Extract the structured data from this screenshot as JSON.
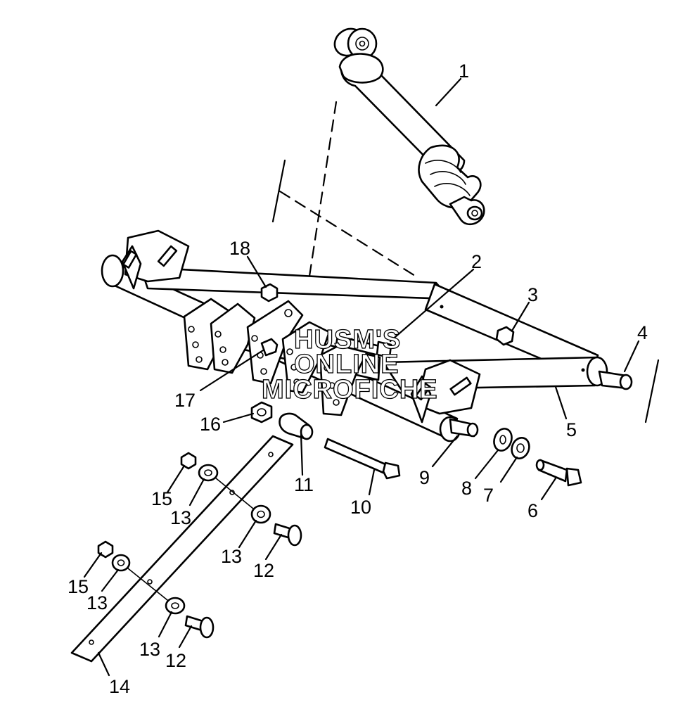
{
  "watermark": {
    "line1": "HUSM'S",
    "line2": "ONLINE",
    "line3": "MICROFICHE"
  },
  "callouts": {
    "c1": "1",
    "c2": "2",
    "c3": "3",
    "c4": "4",
    "c5": "5",
    "c6": "6",
    "c7": "7",
    "c8": "8",
    "c9": "9",
    "c10": "10",
    "c11": "11",
    "c12a": "12",
    "c12b": "12",
    "c13a": "13",
    "c13b": "13",
    "c13c": "13",
    "c13d": "13",
    "c14": "14",
    "c15a": "15",
    "c15b": "15",
    "c16": "16",
    "c17": "17",
    "c18": "18"
  },
  "colors": {
    "line": "#000000",
    "background": "#ffffff"
  }
}
